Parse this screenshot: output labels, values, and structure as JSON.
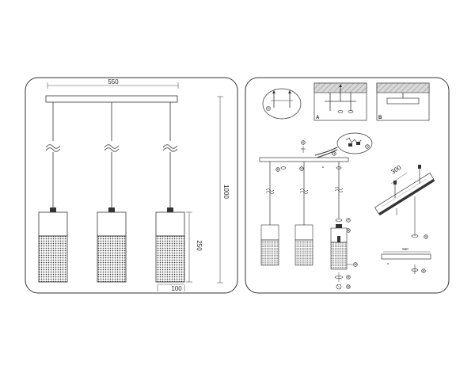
{
  "left_panel": {
    "dim_width": "550",
    "dim_height": "1000",
    "dim_shade_height": "250",
    "dim_shade_width": "100"
  },
  "right_panel": {
    "label_a": "A",
    "label_b": "B",
    "dim_rail_angle": "300",
    "dim_rail_top": "550",
    "callouts": {
      "c1": "①",
      "c2": "②",
      "c3": "③",
      "c4": "④",
      "c5": "⑤",
      "c6": "⑥",
      "c7": "⑦",
      "c8": "⑧",
      "c9": "⑨",
      "c10": "⑩"
    }
  }
}
